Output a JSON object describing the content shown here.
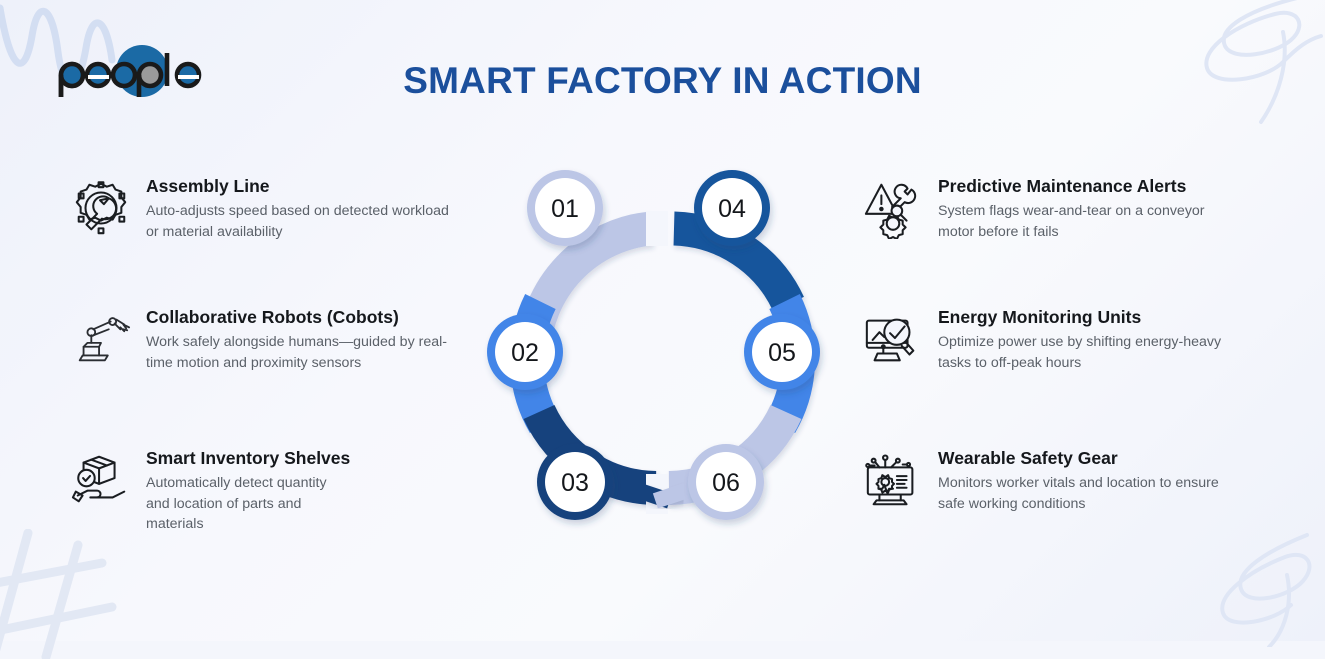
{
  "page": {
    "title": "SMART FACTORY IN ACTION",
    "background_color": "#f4f6fc"
  },
  "logo": {
    "text": "people",
    "mark_color": "#1b6aa5",
    "outline_color": "#1a1a1a",
    "name": "people-logo"
  },
  "colors": {
    "title": "#1b4f9c",
    "navy": "#19559c",
    "navy_dark": "#16427d",
    "blue": "#4285e8",
    "periwinkle": "#bcc6e6",
    "heading": "#15181c",
    "body": "#5b6169"
  },
  "features": {
    "left": [
      {
        "number": "01",
        "icon": "gear-wrench-icon",
        "title": "Assembly Line",
        "description": "Auto-adjusts speed based on detected workload or material availability"
      },
      {
        "number": "02",
        "icon": "robot-arm-icon",
        "title": "Collaborative Robots (Cobots)",
        "description": "Work safely alongside humans—guided by real-time motion and proximity sensors"
      },
      {
        "number": "03",
        "icon": "hand-box-check-icon",
        "title": "Smart Inventory Shelves",
        "description": "Automatically detect quantity and location of parts and materials"
      }
    ],
    "right": [
      {
        "number": "04",
        "icon": "warning-wrench-gear-icon",
        "title": "Predictive Maintenance Alerts",
        "description": "System flags wear-and-tear on a conveyor motor before it fails"
      },
      {
        "number": "05",
        "icon": "monitor-magnifier-chart-icon",
        "title": "Energy Monitoring Units",
        "description": "Optimize power use by shifting energy-heavy tasks to off-peak hours"
      },
      {
        "number": "06",
        "icon": "monitor-gear-pulse-icon",
        "title": "Wearable Safety Gear",
        "description": "Monitors worker vitals and location to ensure safe working conditions"
      }
    ]
  },
  "diagram": {
    "type": "circular-process",
    "nodes": [
      {
        "label": "01",
        "color": "#bcc6e6",
        "position": "top-left"
      },
      {
        "label": "02",
        "color": "#4285e8",
        "position": "middle-left"
      },
      {
        "label": "03",
        "color": "#16427d",
        "position": "bottom-left"
      },
      {
        "label": "04",
        "color": "#19559c",
        "position": "top-right"
      },
      {
        "label": "05",
        "color": "#4285e8",
        "position": "middle-right"
      },
      {
        "label": "06",
        "color": "#bcc6e6",
        "position": "bottom-right"
      }
    ]
  },
  "decorations": [
    {
      "name": "squiggle-decoration",
      "position": "top-left"
    },
    {
      "name": "ribbon-flourish-decoration",
      "position": "top-right"
    },
    {
      "name": "hash-decoration",
      "position": "bottom-left"
    },
    {
      "name": "ribbon-flourish-decoration",
      "position": "bottom-right"
    }
  ]
}
